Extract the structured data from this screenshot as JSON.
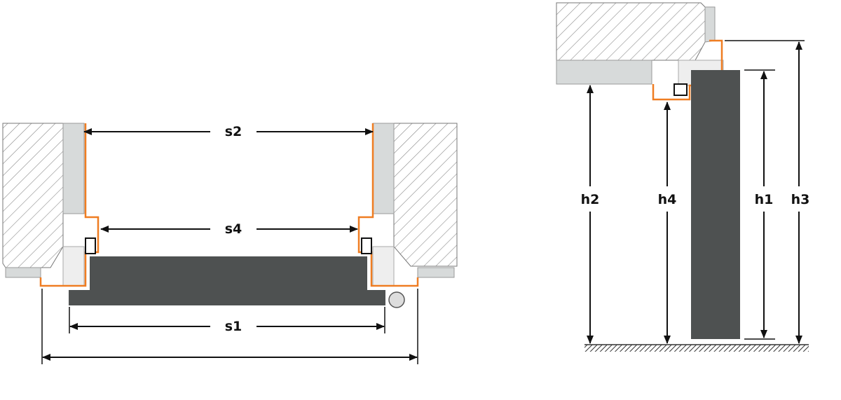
{
  "labels": {
    "s1": "s1",
    "s2": "s2",
    "s4": "s4",
    "h1": "h1",
    "h2": "h2",
    "h3": "h3",
    "h4": "h4"
  },
  "colors": {
    "frame_gray": "#d7dada",
    "wall_hatch": "#8a8a8a",
    "door_leaf": "#4e5151",
    "seal_outline": "#ef7d22",
    "dimension_line": "#111111",
    "floor": "#555555"
  }
}
